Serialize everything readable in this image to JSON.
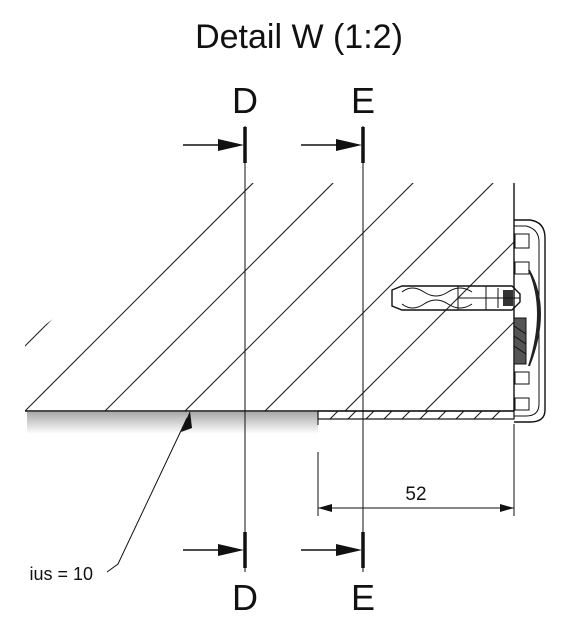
{
  "detail": {
    "title": "Detail W (1:2)"
  },
  "section_marks": [
    {
      "letter": "D"
    },
    {
      "letter": "E"
    }
  ],
  "dimension": {
    "value": "52"
  },
  "annotation": {
    "text": "ius = 10"
  }
}
